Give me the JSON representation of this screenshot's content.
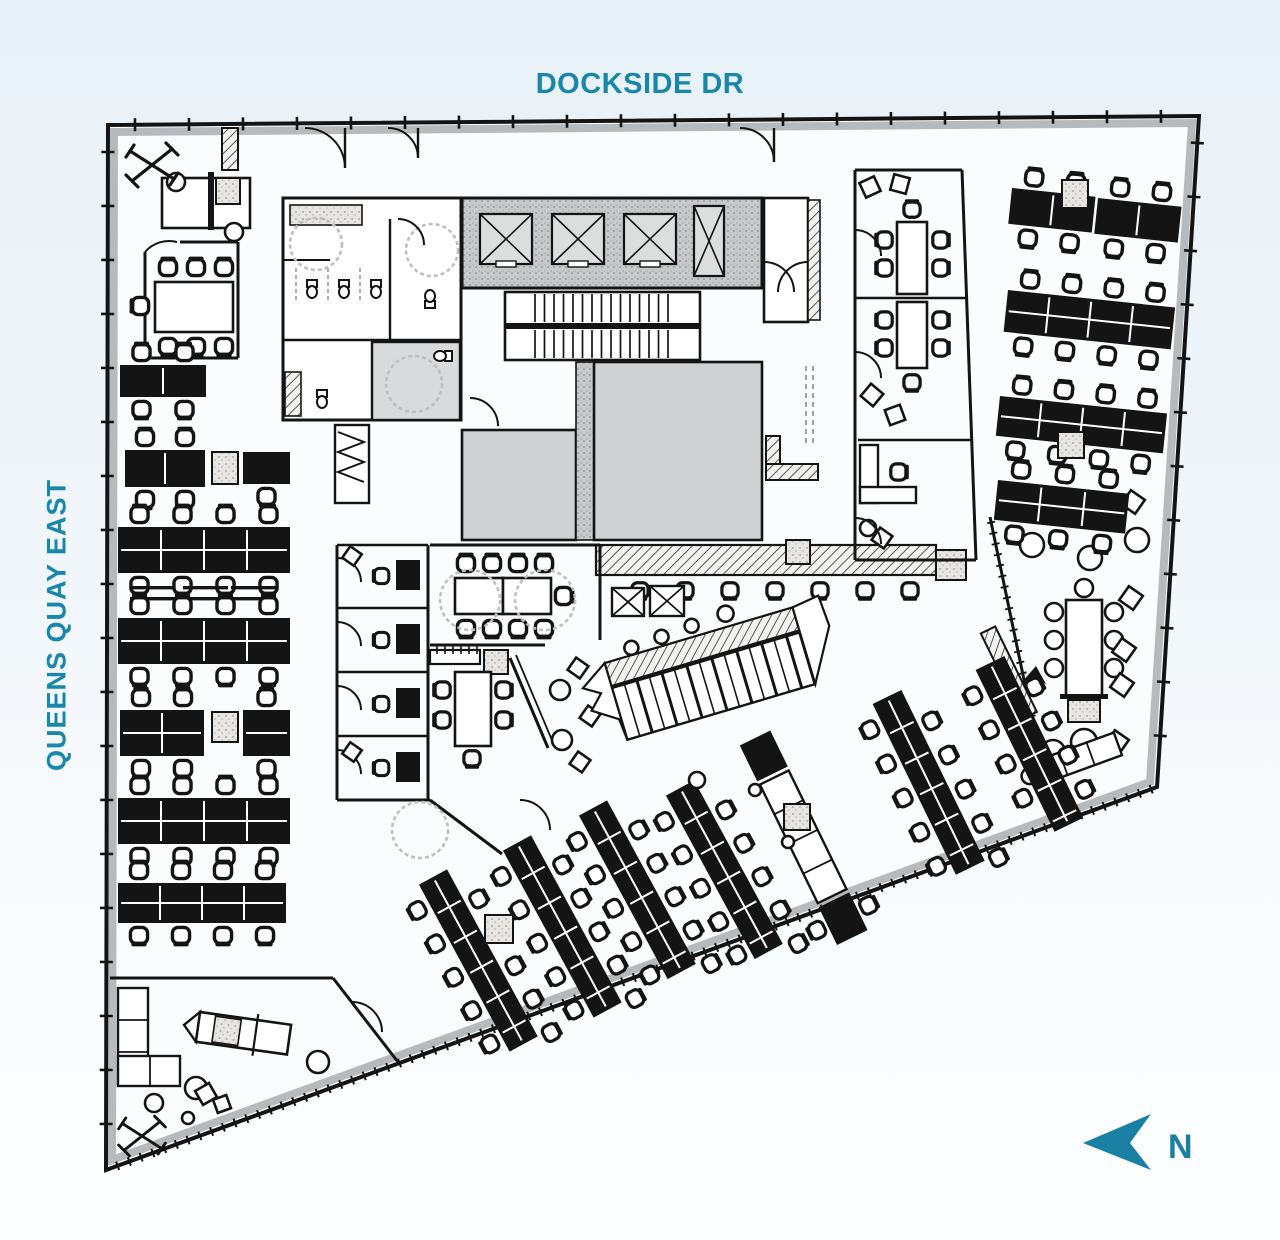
{
  "labels": {
    "top_street": "DOCKSIDE DR",
    "left_street": "QUEENS QUAY EAST"
  },
  "compass": {
    "label": "N",
    "icon": "north-arrow-left-pointing"
  },
  "colors": {
    "street_label": "#1987a9",
    "north_arrow": "#1a80a3",
    "plan_line": "#141414",
    "core_gray": "#cfd1d2",
    "room_gray": "#c9cbcc",
    "wall_band": "#b6babd",
    "background_top": "#e8f1f8",
    "background_bottom": "#fdfeff"
  }
}
